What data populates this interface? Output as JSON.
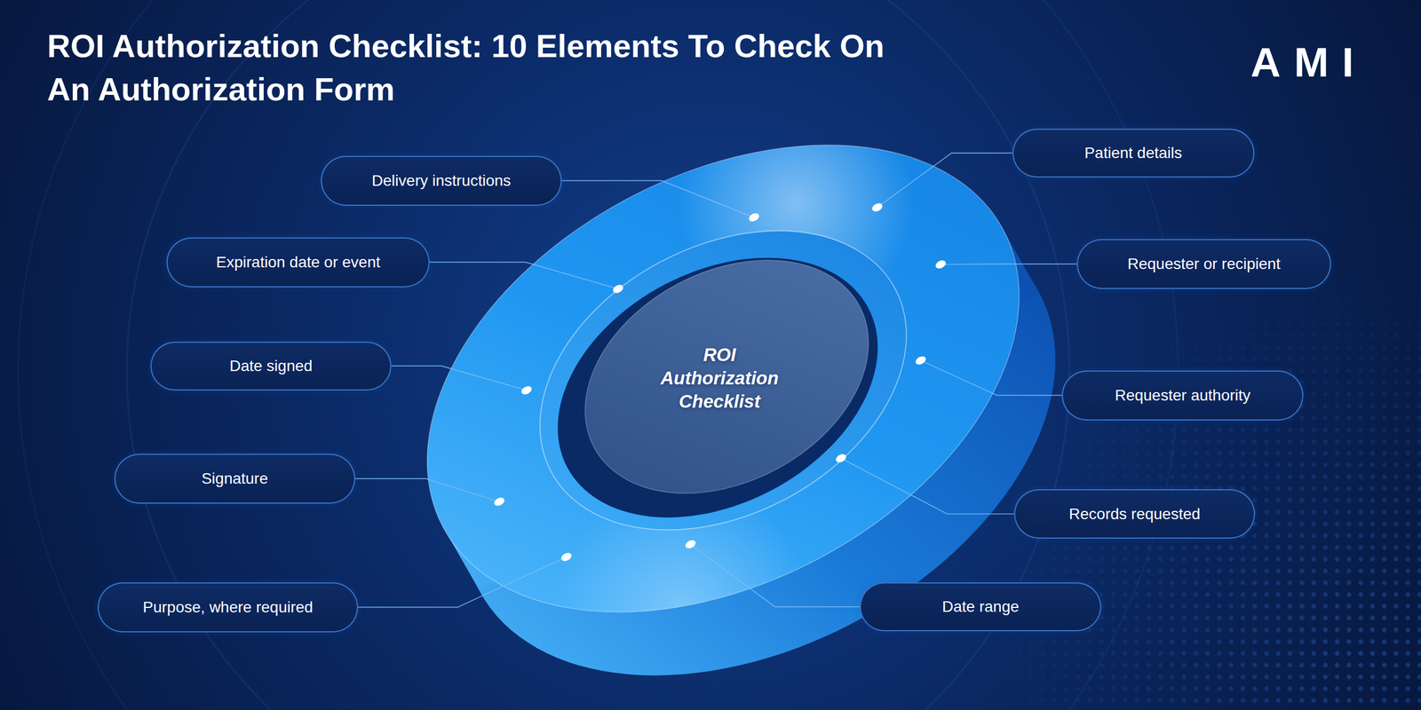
{
  "diagram": {
    "title": "ROI Authorization Checklist: 10 Elements To Check On An Authorization Form",
    "nodes": [
      {
        "text": [
          "ROI Authorization Checklist"
        ]
      },
      {
        "text": [
          "Patient details"
        ]
      },
      {
        "text": [
          "Requester or recipient"
        ]
      },
      {
        "text": [
          "Requester authority"
        ]
      },
      {
        "text": [
          "Records requested"
        ]
      },
      {
        "text": [
          "Date range"
        ]
      },
      {
        "text": [
          "Purpose, where required"
        ]
      },
      {
        "text": [
          "Signature"
        ]
      },
      {
        "text": [
          "Date signed"
        ]
      },
      {
        "text": [
          "Expiration date or event"
        ]
      },
      {
        "text": [
          "Delivery instructions"
        ]
      }
    ],
    "edges": [
      {
        "from": 1,
        "to": 0,
        "arrow": "none"
      },
      {
        "from": 2,
        "to": 0,
        "arrow": "none"
      },
      {
        "from": 3,
        "to": 0,
        "arrow": "none"
      },
      {
        "from": 4,
        "to": 0,
        "arrow": "none"
      },
      {
        "from": 5,
        "to": 0,
        "arrow": "none"
      },
      {
        "from": 6,
        "to": 0,
        "arrow": "none"
      },
      {
        "from": 7,
        "to": 0,
        "arrow": "none"
      },
      {
        "from": 8,
        "to": 0,
        "arrow": "none"
      },
      {
        "from": 9,
        "to": 0,
        "arrow": "none"
      },
      {
        "from": 10,
        "to": 0,
        "arrow": "none"
      }
    ],
    "labels": [
      "AMI"
    ]
  }
}
